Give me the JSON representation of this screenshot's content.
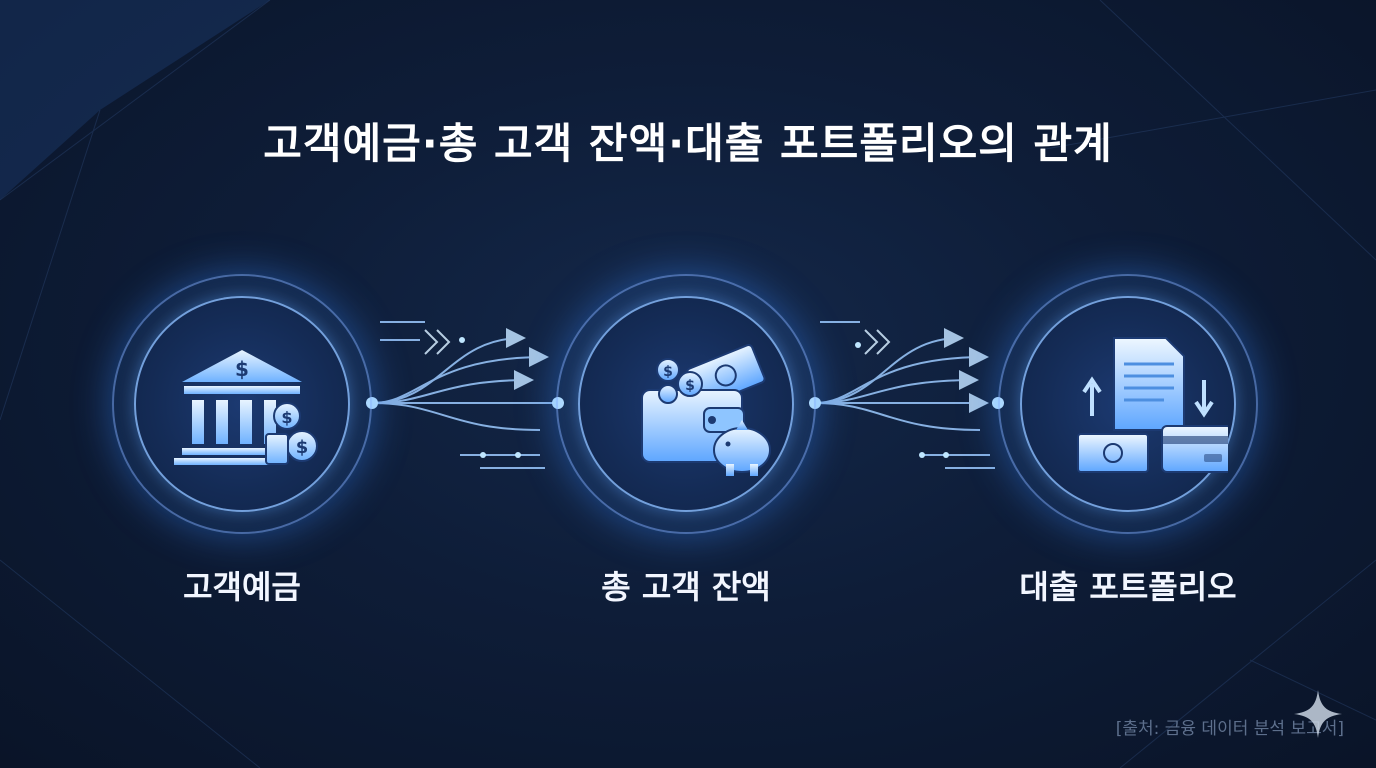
{
  "title": "고객예금·총 고객 잔액·대출 포트폴리오의 관계",
  "nodes": [
    {
      "label": "고객예금",
      "icon": "bank-with-coins-icon"
    },
    {
      "label": "총 고객 잔액",
      "icon": "wallet-piggy-bank-icon"
    },
    {
      "label": "대출 포트폴리오",
      "icon": "loan-document-cash-card-icon"
    }
  ],
  "source": "[출처: 금융 데이터 분석 보고서]",
  "colors": {
    "accent": "#4fa3ff",
    "glow": "#8fd0ff",
    "background": "#0e1d38"
  }
}
